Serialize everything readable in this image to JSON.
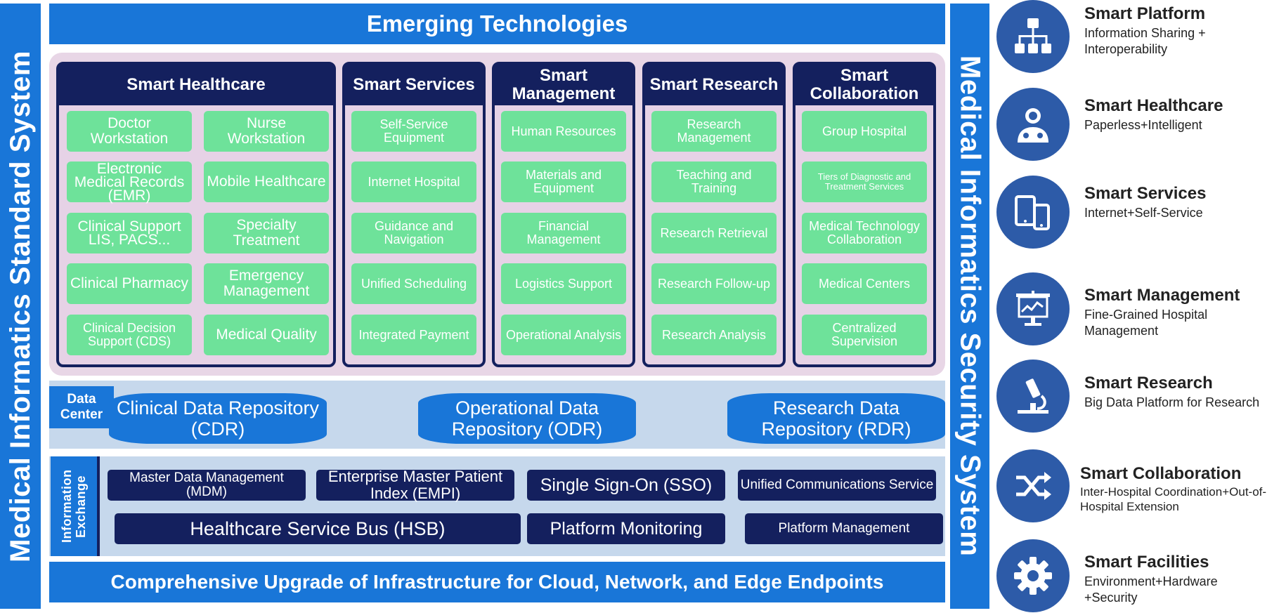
{
  "left_sidebar": "Medical Informatics Standard System",
  "right_sidebar": "Medical Informatics Security System",
  "top_banner": "Emerging Technologies",
  "bottom_banner": "Comprehensive Upgrade of Infrastructure for Cloud, Network, and Edge Endpoints",
  "columns": [
    {
      "title": "Smart Healthcare",
      "items": [
        "Doctor Workstation",
        "Nurse Workstation",
        "Electronic Medical Records (EMR)",
        "Mobile Healthcare",
        "Clinical Support LIS, PACS...",
        "Specialty Treatment",
        "Clinical Pharmacy",
        "Emergency Management",
        "Clinical Decision Support (CDS)",
        "Medical Quality"
      ]
    },
    {
      "title": "Smart Services",
      "items": [
        "Self-Service Equipment",
        "Internet Hospital",
        "Guidance and Navigation",
        "Unified Scheduling",
        "Integrated Payment"
      ]
    },
    {
      "title": "Smart Management",
      "items": [
        "Human Resources",
        "Materials and Equipment",
        "Financial Management",
        "Logistics Support",
        "Operational Analysis"
      ]
    },
    {
      "title": "Smart Research",
      "items": [
        "Research Management",
        "Teaching and Training",
        "Research Retrieval",
        "Research Follow-up",
        "Research Analysis"
      ]
    },
    {
      "title": "Smart Collaboration",
      "items": [
        "Group Hospital",
        "Tiers of Diagnostic and Treatment Services",
        "Medical Technology Collaboration",
        "Medical Centers",
        "Centralized Supervision"
      ]
    }
  ],
  "data_center": {
    "label": "Data Center",
    "repositories": [
      "Clinical Data Repository (CDR)",
      "Operational Data Repository (ODR)",
      "Research Data Repository (RDR)"
    ]
  },
  "info_exchange": {
    "label": "Information Exchange",
    "row1": [
      "Master Data Management (MDM)",
      "Enterprise Master Patient Index (EMPI)",
      "Single Sign-On (SSO)",
      "Unified Communications Service"
    ],
    "row2": [
      "Healthcare Service Bus (HSB)",
      "Platform Monitoring",
      "Platform Management"
    ]
  },
  "legend": [
    {
      "icon": "hierarchy-icon",
      "title": "Smart Platform",
      "desc": "Information Sharing + Interoperability"
    },
    {
      "icon": "doctor-icon",
      "title": "Smart Healthcare",
      "desc": "Paperless+Intelligent"
    },
    {
      "icon": "devices-icon",
      "title": "Smart Services",
      "desc": "Internet+Self-Service"
    },
    {
      "icon": "presentation-icon",
      "title": "Smart Management",
      "desc": "Fine-Grained Hospital Management"
    },
    {
      "icon": "microscope-icon",
      "title": "Smart Research",
      "desc": "Big Data Platform for Research"
    },
    {
      "icon": "shuffle-icon",
      "title": "Smart Collaboration",
      "desc": "Inter-Hospital Coordination+Out-of-Hospital Extension"
    },
    {
      "icon": "gear-icon",
      "title": "Smart Facilities",
      "desc": "Environment+Hardware +Security"
    }
  ],
  "colors": {
    "blue": "#1976d8",
    "navy": "#14205e",
    "green": "#6ee29a",
    "pink": "#e8d6e6",
    "band": "#c6d8ec",
    "icon": "#2d5ba8"
  }
}
